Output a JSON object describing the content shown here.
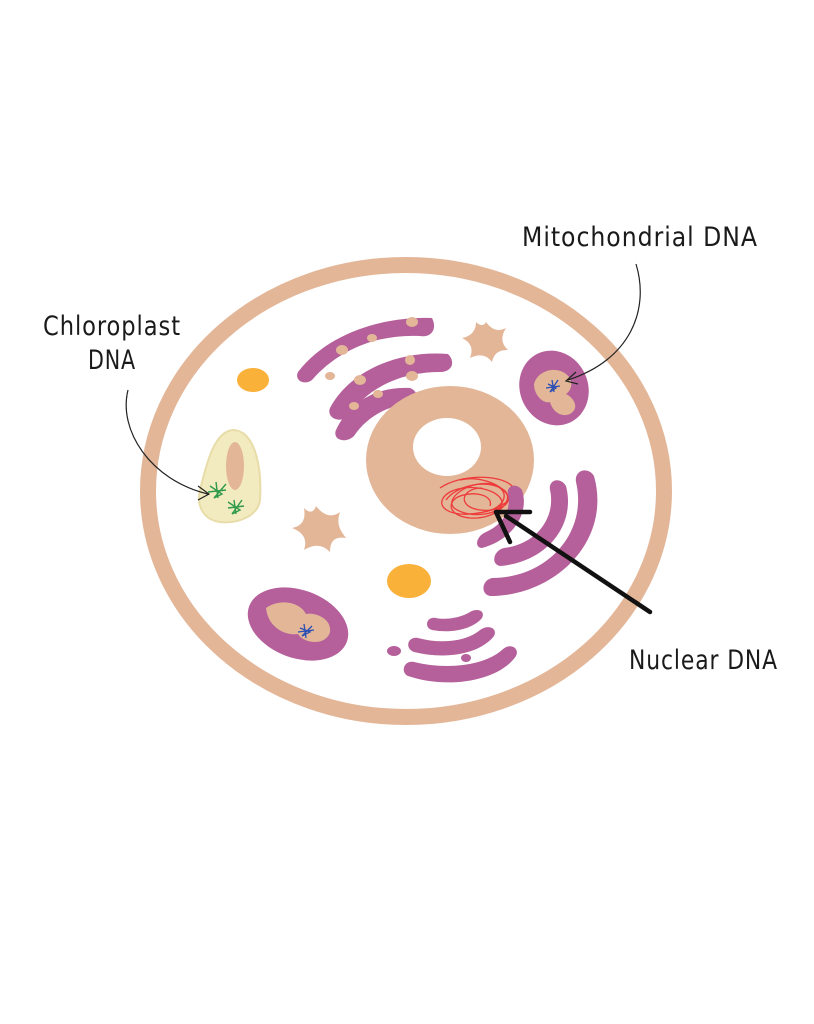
{
  "labels": {
    "mitochondrial": "Mitochondrial DNA",
    "chloroplast_line1": "Chloroplast",
    "chloroplast_line2": "DNA",
    "nuclear": "Nuclear DNA"
  },
  "colors": {
    "cell_membrane": "#e3b698",
    "organelle_purple": "#b5609a",
    "cytoplasm": "#ffffff",
    "nucleus": "#e3b698",
    "chloroplast_fill": "#f2ebc0",
    "vacuole_orange": "#f9b13a",
    "nuclear_dna": "#ee3b3b",
    "mito_dna": "#2b4fb5",
    "chloro_dna": "#2e9a4a",
    "arrow": "#111111"
  }
}
